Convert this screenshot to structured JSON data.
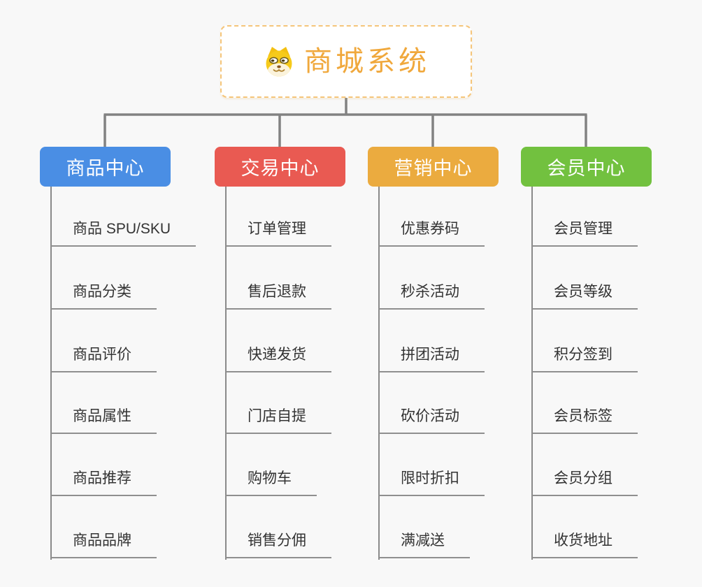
{
  "root": {
    "title": "商城系统",
    "icon": "dog-face-icon"
  },
  "branches": [
    {
      "label": "商品中心",
      "color": "#4a8ee4",
      "items": [
        "商品 SPU/SKU",
        "商品分类",
        "商品评价",
        "商品属性",
        "商品推荐",
        "商品品牌"
      ]
    },
    {
      "label": "交易中心",
      "color": "#e95a52",
      "items": [
        "订单管理",
        "售后退款",
        "快递发货",
        "门店自提",
        "购物车",
        "销售分佣"
      ]
    },
    {
      "label": "营销中心",
      "color": "#ebab3f",
      "items": [
        "优惠券码",
        "秒杀活动",
        "拼团活动",
        "砍价活动",
        "限时折扣",
        "满减送"
      ]
    },
    {
      "label": "会员中心",
      "color": "#72c13f",
      "items": [
        "会员管理",
        "会员等级",
        "积分签到",
        "会员标签",
        "会员分组",
        "收货地址"
      ]
    }
  ],
  "colors": {
    "background": "#f8f8f8",
    "connector": "#828282",
    "leaf_underline": "#8f8f8f",
    "root_border": "#f5c57a",
    "root_text": "#f0a83c",
    "leaf_text": "#333333"
  }
}
